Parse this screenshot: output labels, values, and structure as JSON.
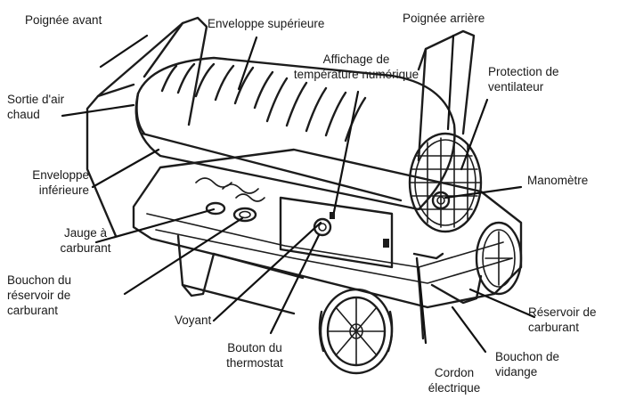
{
  "labels": {
    "front_handle": "Poignée avant",
    "upper_shell": "Enveloppe supérieure",
    "rear_handle": "Poignée arrière",
    "temp_display_1": "Affichage de",
    "temp_display_2": "température numérique",
    "hot_air_outlet_1": "Sortie d'air",
    "hot_air_outlet_2": "chaud",
    "fan_guard_1": "Protection de",
    "fan_guard_2": "ventilateur",
    "lower_shell_1": "Enveloppe",
    "lower_shell_2": "inférieure",
    "manometer": "Manomètre",
    "fuel_gauge_1": "Jauge à",
    "fuel_gauge_2": "carburant",
    "tank_cap_1": "Bouchon du",
    "tank_cap_2": "réservoir de",
    "tank_cap_3": "carburant",
    "fuel_tank_1": "Réservoir de",
    "fuel_tank_2": "carburant",
    "indicator_light": "Voyant",
    "thermostat_knob_1": "Bouton du",
    "thermostat_knob_2": "thermostat",
    "drain_plug_1": "Bouchon de",
    "drain_plug_2": "vidange",
    "power_cord_1": "Cordon",
    "power_cord_2": "électrique"
  }
}
